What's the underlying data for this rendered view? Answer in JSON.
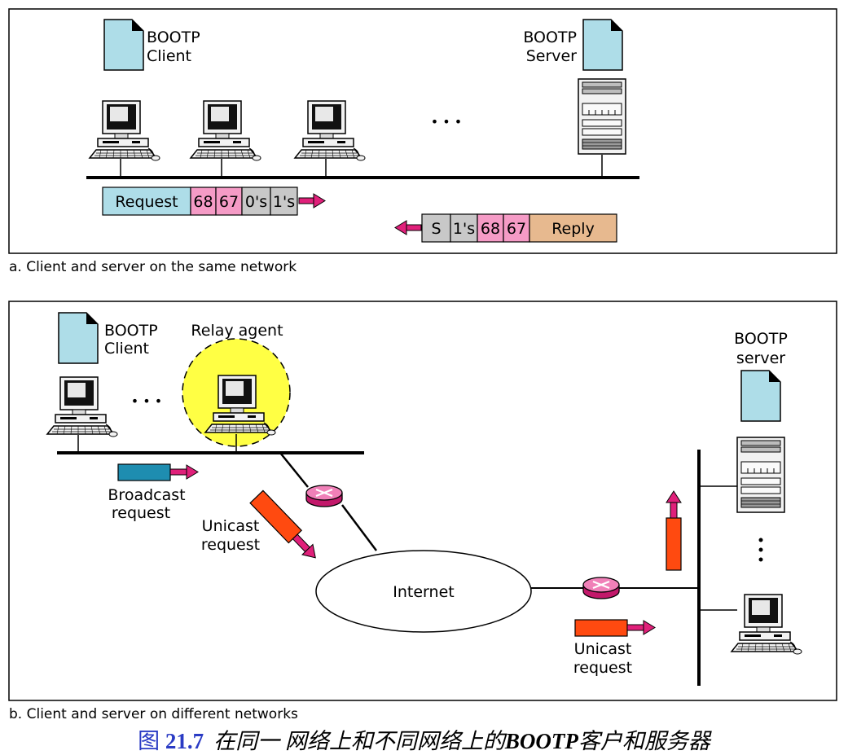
{
  "panel_a": {
    "client_label_line1": "BOOTP",
    "client_label_line2": "Client",
    "server_label_line1": "BOOTP",
    "server_label_line2": "Server",
    "ellipsis": "• • •",
    "caption": "a. Client and server on the same network",
    "request_packet": {
      "label": "Request",
      "f1": "68",
      "f2": "67",
      "f3": "0's",
      "f4": "1's"
    },
    "reply_packet": {
      "f1": "S",
      "f2": "1's",
      "f3": "68",
      "f4": "67",
      "label": "Reply"
    }
  },
  "panel_b": {
    "client_label_line1": "BOOTP",
    "client_label_line2": "Client",
    "relay_label": "Relay agent",
    "server_label_line1": "BOOTP",
    "server_label_line2": "server",
    "ellipsis": "• • •",
    "broadcast_line1": "Broadcast",
    "broadcast_line2": "request",
    "unicast1_line1": "Unicast",
    "unicast1_line2": "request",
    "unicast2_line1": "Unicast",
    "unicast2_line2": "request",
    "internet_label": "Internet",
    "caption": "b. Client and server on different networks"
  },
  "figure_caption": {
    "prefix": "图",
    "number": "21.7",
    "text": "在同一 网络上和不同网络上的",
    "bold_text": "BOOTP",
    "text_end": "客户和服务器"
  },
  "colors": {
    "doc": "#aedde8",
    "pink": "#f59bc6",
    "gray": "#c8c8c8",
    "tan": "#e7b98f",
    "cyan": "#aedde8",
    "relay": "#ffff44",
    "arrow": "#e0207a",
    "router": "#f080b8",
    "broadcast": "#1e8db0",
    "unicast": "#ff4a10"
  }
}
